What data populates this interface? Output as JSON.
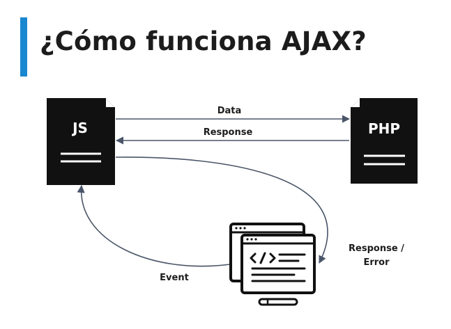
{
  "title": "¿Cómo funciona AJAX?",
  "colors": {
    "accent": "#1a87d1",
    "ink": "#111111",
    "arrow": "#4a5568",
    "paper": "#ffffff"
  },
  "nodes": {
    "js": {
      "label": "JS",
      "icon": "file-document-icon"
    },
    "php": {
      "label": "PHP",
      "icon": "file-document-icon"
    },
    "browser": {
      "icon": "code-window-icon"
    }
  },
  "edges": {
    "data": "Data",
    "response": "Response",
    "response_error_line1": "Response /",
    "response_error_line2": "Error",
    "event": "Event"
  }
}
